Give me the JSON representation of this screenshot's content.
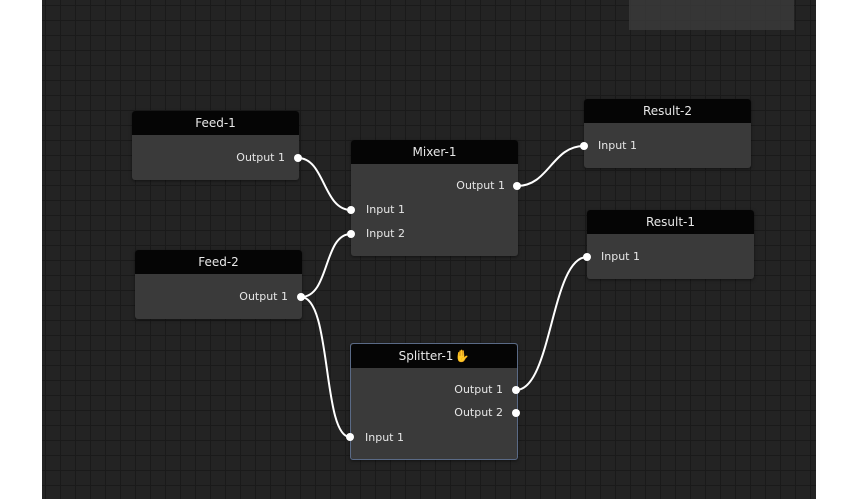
{
  "nodes": {
    "feed1": {
      "title": "Feed-1",
      "outputs": [
        "Output 1"
      ]
    },
    "feed2": {
      "title": "Feed-2",
      "outputs": [
        "Output 1"
      ]
    },
    "mixer1": {
      "title": "Mixer-1",
      "inputs": [
        "Input 1",
        "Input 2"
      ],
      "outputs": [
        "Output 1"
      ]
    },
    "splitter1": {
      "title": "Splitter-1",
      "inputs": [
        "Input 1"
      ],
      "outputs": [
        "Output 1",
        "Output 2"
      ]
    },
    "result1": {
      "title": "Result-1",
      "inputs": [
        "Input 1"
      ]
    },
    "result2": {
      "title": "Result-2",
      "inputs": [
        "Input 1"
      ]
    }
  },
  "colors": {
    "canvas": "#232323",
    "grid": "#1a1a1a",
    "node_body": "#3a3a3a",
    "node_header": "#050505",
    "wire": "#ffffff",
    "selection_border": "#5a6a86"
  },
  "icons": {
    "cursor": "grab-hand-icon"
  }
}
